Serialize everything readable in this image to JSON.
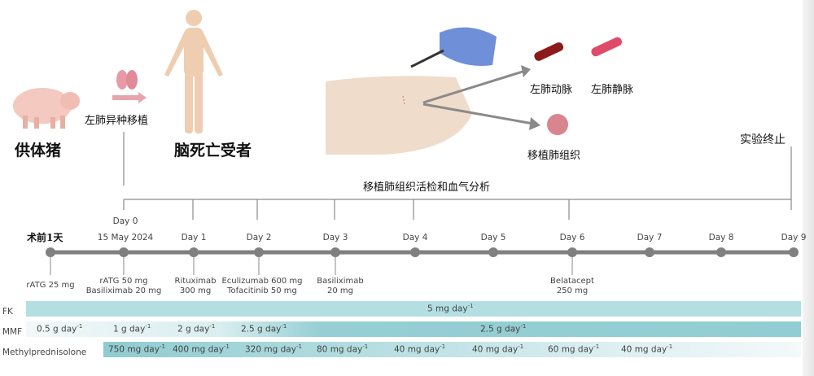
{
  "top": {
    "donor": "供体猪",
    "transplant": "左肺异种移植",
    "recipient": "脑死亡受者",
    "artery": "左肺动脉",
    "vein": "左肺静脉",
    "tissue": "移植肺组织",
    "end": "实验终止",
    "biopsy": "移植肺组织活检和血气分析"
  },
  "timeline": {
    "pre": "术前1天",
    "day0_date": "15 May 2024",
    "days": [
      "Day 0",
      "Day 1",
      "Day 2",
      "Day 3",
      "Day 4",
      "Day 5",
      "Day 6",
      "Day 7",
      "Day 8",
      "Day 9"
    ]
  },
  "drugs": [
    {
      "l1": "rATG 25 mg",
      "l2": ""
    },
    {
      "l1": "rATG 50 mg",
      "l2": "Basiliximab 20 mg"
    },
    {
      "l1": "Rituximab",
      "l2": "300 mg"
    },
    {
      "l1": "Eculizumab 600 mg",
      "l2": "Tofacitinib 50 mg"
    },
    {
      "l1": "Basiliximab",
      "l2": "20 mg"
    },
    {
      "l1": "Belatacept",
      "l2": "250 mg"
    }
  ],
  "regimens": {
    "fk": {
      "label": "FK",
      "doses": [
        "5 mg day"
      ]
    },
    "mmf": {
      "label": "MMF",
      "doses": [
        "0.5 g day",
        "1 g day",
        "2 g day",
        "2.5 g day",
        "2.5 g day"
      ]
    },
    "mp": {
      "label": "Methylprednisolone",
      "doses": [
        "750 mg day",
        "400 mg day",
        "320 mg day",
        "80 mg day",
        "40 mg day",
        "40 mg day",
        "60 mg day",
        "40 mg day"
      ]
    },
    "exp": "-1"
  },
  "colors": {
    "timeline": "#808080",
    "bar": "#a8d8dc",
    "bar_dark": "#8ccbd0"
  }
}
